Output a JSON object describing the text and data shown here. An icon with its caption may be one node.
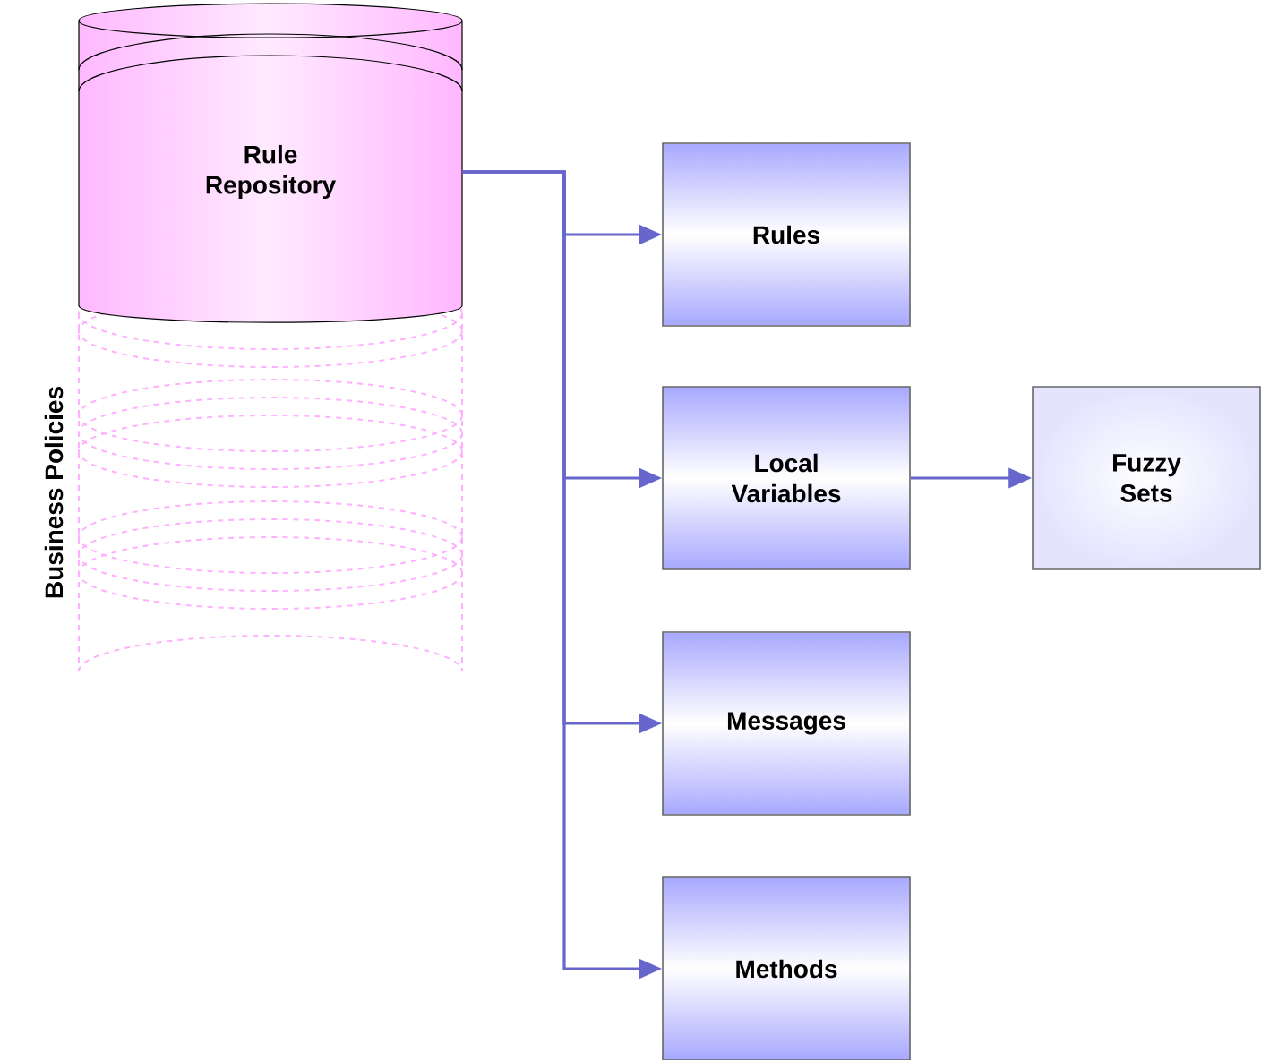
{
  "diagram": {
    "nodes": [
      {
        "text": [
          "Rule Repository"
        ]
      },
      {
        "text": [
          "Rules"
        ]
      },
      {
        "text": [
          "Local Variables"
        ]
      },
      {
        "text": [
          "Fuzzy Sets"
        ]
      },
      {
        "text": [
          "Messages"
        ]
      },
      {
        "text": [
          "Methods"
        ]
      }
    ],
    "edges": [
      {
        "from": 0,
        "to": 1,
        "arrow": "to"
      },
      {
        "from": 0,
        "to": 2,
        "arrow": "to"
      },
      {
        "from": 0,
        "to": 4,
        "arrow": "to"
      },
      {
        "from": 0,
        "to": 5,
        "arrow": "to"
      },
      {
        "from": 2,
        "to": 3,
        "arrow": "to"
      }
    ],
    "labels": [
      "Business Policies"
    ]
  }
}
